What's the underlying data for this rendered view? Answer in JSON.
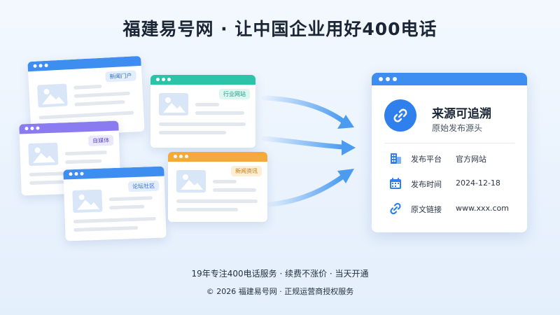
{
  "headline": "福建易号网 · 让中国企业用好400电话",
  "windows": [
    {
      "tag": "新闻门户",
      "color": "#3d8ef0",
      "tag_bg": "#e3eefc",
      "tag_fg": "#2f6fd0"
    },
    {
      "tag": "行业网站",
      "color": "#2bc4a8",
      "tag_bg": "#ddf6f0",
      "tag_fg": "#1c9c84"
    },
    {
      "tag": "自媒体",
      "color": "#8a7bf0",
      "tag_bg": "#ebe7fd",
      "tag_fg": "#5d4fc9"
    },
    {
      "tag": "论坛社区",
      "color": "#3d8ef0",
      "tag_bg": "#e3eefc",
      "tag_fg": "#2f6fd0"
    },
    {
      "tag": "新闻资讯",
      "color": "#f5a93a",
      "tag_bg": "#fdeed6",
      "tag_fg": "#c97a10"
    }
  ],
  "card": {
    "title": "来源可追溯",
    "subtitle": "原始发布源头",
    "rows": [
      {
        "icon": "building-icon",
        "label": "发布平台",
        "value": "官方网站"
      },
      {
        "icon": "calendar-icon",
        "label": "发布时间",
        "value": "2024-12-18"
      },
      {
        "icon": "link-icon",
        "label": "原文链接",
        "value": "www.xxx.com"
      }
    ]
  },
  "footer": {
    "line1": "19年专注400电话服务 · 续费不涨价 · 当天开通",
    "line2": "© 2026 福建易号网 · 正规运营商授权服务"
  },
  "colors": {
    "accent": "#2f80ed",
    "arrow": "#4b9bf0"
  }
}
